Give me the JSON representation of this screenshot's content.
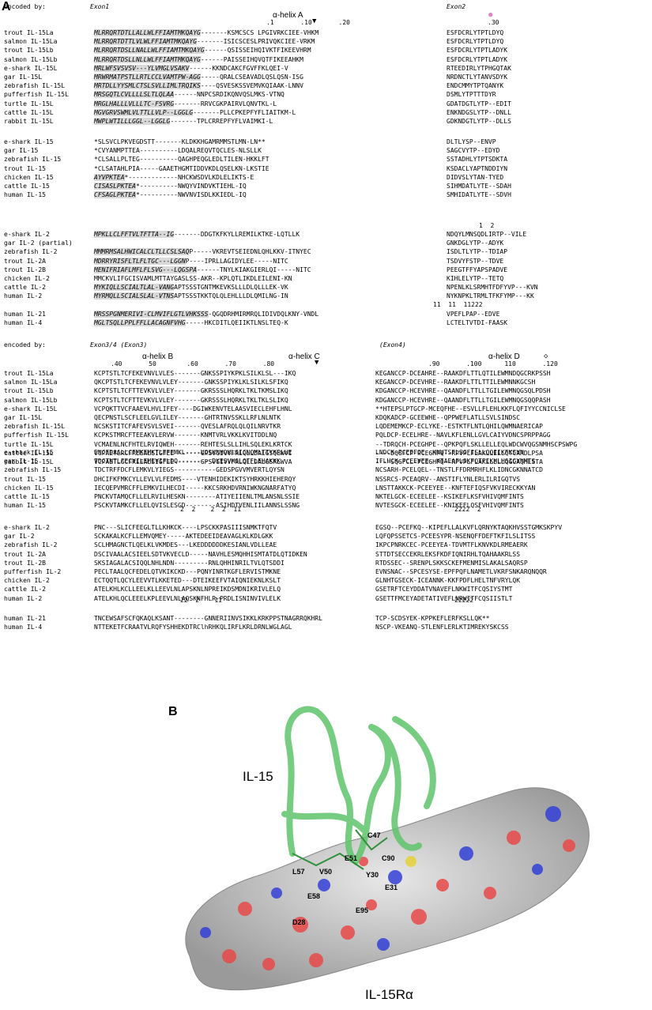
{
  "panel_a": "A",
  "panel_b": "B",
  "block1": {
    "encoded_by": "encoded by:",
    "exon_left": "Exon1",
    "exon_right": "Exon2",
    "helix_a": "α-helix A",
    "positions": ".1       .10       .20",
    "positions_right": ".30",
    "groups": [
      [
        {
          "name": "trout IL-15La",
          "sig": "MLRRQRTDTLLALLWLFFIAMTMKQAYG",
          "rest": "-------KSMCSCS LPGIVRKCIEE-VHKM",
          "right": "ESFDCRLYTPTLDYQ"
        },
        {
          "name": "salmon IL-15La",
          "sig": "MLRRQRTDTTLVLWLFFIAMTMKQAYG",
          "rest": "-------ISICSCESLPRIVQKCIEE-VRKM",
          "right": "ESFDCRLYTPTLDYQ"
        },
        {
          "name": "trout IL-15Lb",
          "sig": "MLRRQRTDSLLNALLWLFFIAMTMKQAYG",
          "rest": "------QSISSEIHQIVKTFIKEEVHRM",
          "right": "ESFDCRLYTPTLADYK"
        },
        {
          "name": "salmon IL-15Lb",
          "sig": "MLRRQRTDSLLNLLWLFFIAMTMKQAYG",
          "rest": "------PAISSEIHQVQTFIKEEAHKM",
          "right": "ESFDCRLYTPTLADYK"
        },
        {
          "name": "e-shark IL-15L",
          "sig": "MRLWFSVSVSV---YLVMGLVSAKV",
          "rest": "------KKNDCAKCFGVFFKLQEI-V",
          "right": "RTEEDIRLYTPHGQTAK"
        },
        {
          "name": "gar IL-15L",
          "sig": "MRWRMATPSTLLRTLCCLVAMTPW-AGG",
          "rest": "-----QRALCSEAVADLQSLQSN-ISG",
          "right": "NRDNCTLYTANVSDYK"
        },
        {
          "name": "zebrafish IL-15L",
          "sig": "MRTDLLYYSMLCTSLSVLLIMLTRQIKS",
          "rest": "----QSVESKSSVEMVKQIAAK-LNNV",
          "right": "ENDCMMYTPTQANYK"
        },
        {
          "name": "pufferfish IL-15L",
          "sig": "MRSGQTLCVLLLLSLTLQLAA",
          "rest": "------NNPCSRDIKQNVQSLMKS-VTNQ",
          "right": "DSMLYTPTTTDYR"
        },
        {
          "name": "turtle IL-15L",
          "sig": "MRGLHALLLVLLLTC-FSVRG",
          "rest": "-------RRVCGKPAIRVLQNVTKL-L",
          "right": "GDATDGTLYTP--EDIT"
        },
        {
          "name": "cattle IL-15L",
          "sig": "MGVGRVSWMLVLTTLLVLP--LGGLG",
          "rest": "-------PLLCPKEPFYFLIAITKM-L",
          "right": "ENKNDGSLYTP--DNLL"
        },
        {
          "name": "rabbit IL-15L",
          "sig": "MWPLWTILLLGGL--LGGLG",
          "rest": "-------TPLCRREPFYFLVAIMKI-L",
          "right": "GDKNDGTLYTP--DLLS"
        }
      ],
      [
        {
          "name": "e-shark IL-15",
          "sig": "",
          "rest": "*SLSVCLPKVEGDSTT-------KLDKKHGAMRMMSTLMN-LN**",
          "right": "DLTLYSP--ENVP"
        },
        {
          "name": "gar IL-15",
          "sig": "",
          "rest": "*CVYANMPTTEA----------LDQALREQVTQCLES-NLSLLK",
          "right": "SAGCVYTP--EDYD"
        },
        {
          "name": "zebrafish IL-15",
          "sig": "",
          "rest": "*CLSALLPLTEG----------QAGHPEQGLEDLTILEN-HKKLFT",
          "right": "SSTADHLYTPTSDKTA"
        },
        {
          "name": "trout IL-15",
          "sig": "",
          "rest": "*CLSATAHLPIA-----GAAETHGMTIDDVKDLQSELKN-LKSTIE",
          "right": "KSDACLYAPTNDDIYN"
        },
        {
          "name": "chicken IL-15",
          "sig": "AYVPKTEA",
          "rest": "*-------------NHCKWSDVLKDLELIKTS-E",
          "right": "DIDVSLYTAN-TYED"
        },
        {
          "name": "cattle IL-15",
          "sig": "CISASLPKTEA",
          "rest": "*----------NWQYVINDVKTIEHL-IQ",
          "right": "SIHMDATLYTE--SDAH"
        },
        {
          "name": "human IL-15",
          "sig": "CFSAGLPKTEA",
          "rest": "*----------NWVNVISDLKKIEDL-IQ",
          "right": "SMHIDATLYTE--SDVH"
        }
      ],
      [
        {
          "name": "e-shark IL-2",
          "sig": "MPKLLCLFFTVLTFTTA--IG",
          "rest": "-------DDGTKFKYLLREMILKTKE-LQTLLK",
          "right": "NDQYLMNSQDLIRTP--VILE"
        },
        {
          "name": "gar IL-2 (partial)",
          "sig": "",
          "rest": "",
          "right": "GNKDGLYTP--ADYK"
        },
        {
          "name": "zebrafish IL-2",
          "sig": "MMMRMSALHWICALCLTLLCSLSAQ",
          "rest": "P-----VKREVTSEIEDNLQHLKKV-ITNYEC",
          "right": "ISDLTLYTP--TDIAP"
        },
        {
          "name": "trout IL-2A",
          "sig": "MDRRYRISFLTLFLTGC---LGGN",
          "rest": "P----IPRLLAGIDYLEE-----NITC",
          "right": "TSDVYFSTP--TDVE"
        },
        {
          "name": "trout IL-2B",
          "sig": "MENIFRIAFLMFLFLSVG---LQGSPA",
          "rest": "------TNYLKIAKGIERLQI-----NITC",
          "right": "PEEGTFFYAPSPADVE"
        },
        {
          "name": "chicken IL-2",
          "sig": "",
          "rest": "MMCKVLIFGCISVAMLMTTAYGASLSS-AKR--KPLQTLIKDLEILENI-KN",
          "right": "KIHLELYTP--TETQ"
        },
        {
          "name": "cattle IL-2",
          "sig": "MYKIQLLSCIALTLAL-VANG",
          "rest": "APTSSSTGNTMKEVKSLLLDLQLLLEK-VK",
          "right": "NPENLKLSRMHTFDFYVP---KVN"
        },
        {
          "name": "human IL-2",
          "sig": "MYRMQLLSCIALSLAL-VTNS",
          "rest": "APTSSSTKKTQLQLEHLLLDLQMILNG-IN",
          "right": "NYKNPKLTRMLTFKFYMP---KK"
        }
      ],
      [
        {
          "name": "human IL-21",
          "sig": "MRSSPGNMERIVI-CLMVIFLGTLVHKSSS",
          "rest": "-QGQDRHMIRMRQLIDIVDQLKNY-VNDL",
          "right": "VPEFLPAP--EDVE"
        },
        {
          "name": "human IL-4",
          "sig": "MGLTSQLLPPLFFLLACAGNFVHG",
          "rest": "-----HKCDITLQEIIKTLNSLTEQ-K",
          "right": "LCTELTVTDI-FAASK"
        }
      ]
    ],
    "key_il15": "1  2",
    "key_il2": "11  11  11222"
  },
  "block2": {
    "encoded_by": "encoded by:",
    "exon_left": "Exon3/4 (Exon3)",
    "exon_right": "(Exon4)",
    "helix_b": "α-helix B",
    "helix_c": "α-helix C",
    "helix_d": "α-helix D",
    "positions": ".40       50        .60       .70       .80",
    "positions_right": ".90       .100      110       .120",
    "groups": [
      [
        {
          "name": "trout IL-15La",
          "left": "KCPTSTLTCFEKEVNVLVLES-------GNKSSPIYKPKLSILKLSL---IKQ",
          "right": "KEGANCCP-DCEAHRE--RAAKDFLTTLQTILEWMNDQGCRKPSSH"
        },
        {
          "name": "salmon IL-15La",
          "left": "QKCPTSTLTCFEKEVNVLVLEY-------GNKSSPIYKLKLSILKLSFIKQ",
          "right": "KEGANCCP-DCEVHRE--RAAKDFLTTLTTILEWMNNKGCSH"
        },
        {
          "name": "trout IL-15Lb",
          "left": "KCPTSTLTCFTTEVKVLVLEY-------GKRSSSLHQRKLTKLTKMSLIKQ",
          "right": "KDGANCCP-HCEVHRE--QAANDFLTTLLTGILEWMNQGSQLPDSH"
        },
        {
          "name": "salmon IL-15Lb",
          "left": "KCPTSTLTCFTTEVKVLVLEY-------GKRSSSLHQRKLTKLTKLSLIKQ",
          "right": "KDGANCCP-HCEVHRE--QAANDFLTTLLTGILEWMNQGSQQPASH"
        },
        {
          "name": "e-shark IL-15L",
          "left": "VCPQKTTVCFAAEVLHVLIFEY----DGIWKENVTELAASVIECLEHFLHNL",
          "right": "**HTEPSLPTGCP-MCEQFHE--ESVLLFLEHLKKFLQFIYYCCNICLSE"
        },
        {
          "name": "gar IL-15L",
          "left": "QECPNSTLSCFLEELGVLILEY-------GHTRTNVSSKLLRFLNLNTK",
          "right": "KDQKADCP-GCEEWHE--QPPWEFLATLLSVLSINDSC"
        },
        {
          "name": "zebrafish IL-15L",
          "left": "NCSKSTITCFAFEVSVLSVEI-------QVESLAFRQLQLQILNRVTKR",
          "right": "LQDEMEMKCP-ECLYKE--ESTKTFLNTLQHILQWMNAERICAP"
        },
        {
          "name": "pufferfish IL-15L",
          "left": "KCPKSTMRCFTEEAKVLERVW-------KNMTVRLVKKLKVITDDLNQ",
          "right": "PQLDCP-ECELHRE--NAVLKFLENLLGVLCAIYVDNCSPRPPAGG"
        },
        {
          "name": "turtle IL-15L",
          "left": "VCMAENLNCFHTELRVIQWEH-------REHTESLSLLIHLSQLEKLKRTCK",
          "right": "--TDRQCH-PCEGHPE--QPKPQFLSKLLELLEQLWDCWVQGSNMHSCPSWPG"
        },
        {
          "name": "cattle IL-15L",
          "left": "VCPAETLRCFRLEALSIGFEE-------GPSVGIVVFRLQLLDALGSQLWVI",
          "right": "----DQGFCP-PCEGHPQ--RPVPLFLAKLLELLQTCARDLPSA"
        },
        {
          "name": "rabbit IL-15L",
          "left": "VCPAETLGCFRLEALSIGFEE-------GPSVGIVVFRLQLLDALGSRLWVA",
          "right": "----SQGFCL-PCEGHPQ--RPVPLFLAKLLELLQGCAQHLSTA"
        }
      ],
      [
        {
          "name": "e-shark IL-15",
          "left": "ENCFDAALLCFMKEMKTLEFEMKL----VQSKNHQKLSICNQMLTTYKRLHE",
          "right": "LNDCK-PCEEFQE--KNVTSFLSGFISLLQQIIKFKSVN"
        },
        {
          "name": "gar IL-15",
          "left": "TDCTNTLFECYILEMEVIFLDQ---------DYESVHSLQTFLEHAKKK",
          "right": "IFLHCK-PCEEYEE--KTAEAFLSKFQTFIKHLHSIGYNMTS"
        },
        {
          "name": "zebrafish IL-15",
          "left": "TDCTRFFDCFLEMKVLYIEGS-----------GEDSPGVVMVERTLQYSN",
          "right": "NCSARH-PCELQEL--TNSTLFFDRMRHFLKLIDNCGKNNATCD"
        },
        {
          "name": "trout IL-15",
          "left": "DHCIFKFMKCYLLEVLVLFEDMS----VTENHIDEKIKTSYHRKKHIEHERQY",
          "right": "NSSRCS-PCEAQRV--ANSTIFLYNLERLILRIGQTVS"
        },
        {
          "name": "chicken IL-15",
          "left": "IECQEPVMRCFFLEMKVILHECDI-----KKCSRKHDVRNIWKNGNARFATYQ",
          "right": "LNSTTAKKCK-PCEEYEE--KNFTEFIQSFVKVIRECKKYAN"
        },
        {
          "name": "cattle IL-15",
          "left": "PNCKVTAMQCFLLELRVILHESKN--------ATIYEIIENLTMLANSNLSSIE",
          "right": "NKTELGCK-ECEELEE--KSIKEFLKSFVHIVQMFINTS"
        },
        {
          "name": "human IL-15",
          "left": "PSCKVTAMKCFLLELQVISLESGD--------ASIHDTVENLIILANNSLSSNG",
          "right": "NVTESGCK-ECEELEE--KNIKEFLQSFVHIVQMFINTS"
        }
      ],
      [
        {
          "name": "e-shark IL-2",
          "left": "PNC---SLICFEEGLTLLKHKCK----LPSCKKPASIIISNMKTFQTV",
          "right": "EGSQ--PCEFKQ--KIPEFLLALKVFLQRNYKTAQKHVSSTGMKSKPYV"
        },
        {
          "name": "gar IL-2",
          "left": "SCKAKALKCFLLEMVQMEY-----AKTEDEEIDEAVAGLKLKDLGKK",
          "right": "LQFQPSSETCS-PCEESYPR-NSENQFFDEFTKFILSLITSS"
        },
        {
          "name": "zebrafish IL-2",
          "left": "SCLHMAGNCTLQELKLVKMDES---LKEDDDDDDKESIANLVDLLEAE",
          "right": "IKPCPNRKCEC-PCEEYEA-TDVMTFLKNVKDLRMEAERK"
        },
        {
          "name": "trout IL-2A",
          "left": "DSCIVAALACSIEELSDTVKVECLD-----NAVHLESMQHHISMTATDLQTIDKEN",
          "right": "STTDTSECCEKRLEKSFKDFIQNIRHLTQAHAAKRLSS"
        },
        {
          "name": "trout IL-2B",
          "left": "SKSIAGALACSIQQLNHLNDN---------RNLQHHINRILTVLQTSDDI",
          "right": "RTDSSEC--SRENPLSKKSCKEFMENMISLAKALSAQRSP"
        },
        {
          "name": "pufferfish IL-2",
          "left": "PECLTAALQCFEDELQTVKIKCKD---PQNYINRTKGFLERVISTMKNE",
          "right": "EVNSNAC--SPCESYSE-EPFPQFLNAMETLVKRFSNKARQNQQR"
        },
        {
          "name": "chicken IL-2",
          "left": "ECTQQTLQCYLEEVVTLKKETED---DTEIKEEFVTAIQNIEKNLKSLT",
          "right": "GLNHTGSECK-ICEANNK-KKFPDFLHELTNFVRYLQK"
        },
        {
          "name": "cattle IL-2",
          "left": "ATELKHLKCLLEELKLLEEVLNLAPSKNLNPREIKDSMDNIKRIVLELQ",
          "right": "GSETRFTCEYDDATVNAVEFLNKWITFCQSIYSTMT"
        },
        {
          "name": "human IL-2",
          "left": "ATELKHLQCLEEELKPLEEVLNLAQSKNFHLR-PRDLISNINVIVLELK",
          "right": "GSETTFMCEYADETATIVEFLNRWITFCQSIISTLT"
        }
      ],
      [
        {
          "name": "human IL-21",
          "left": "TNCEWSAFSCFQKAQLKSANT--------GNNERIINVSIKKLKRKPPSTNAGRRQKHRL",
          "right": "TCP-SCDSYEK-KPPKEFLERFKSLLQK**"
        },
        {
          "name": "human IL-4",
          "left": "NTTEKETFCRAATVLRQFYSHHEKDTRClhRHKQLIRFLKRLDRNLWGLAGL",
          "right": "NSCP-VKEANQ-STLENFLERLKTIMREKYSKCSS"
        }
      ]
    ],
    "key_il15_left": "2  2    2  2  11",
    "key_il15_right": "2222  2",
    "key_il2_left": "22  2    11",
    "key_il2_right": "22222"
  },
  "structure": {
    "il15_label": "IL-15",
    "il15ra_label": "IL-15Rα",
    "residues": [
      "C47",
      "E51",
      "C90",
      "L57",
      "V50",
      "Y30",
      "E31",
      "E58",
      "E95",
      "D28"
    ]
  }
}
